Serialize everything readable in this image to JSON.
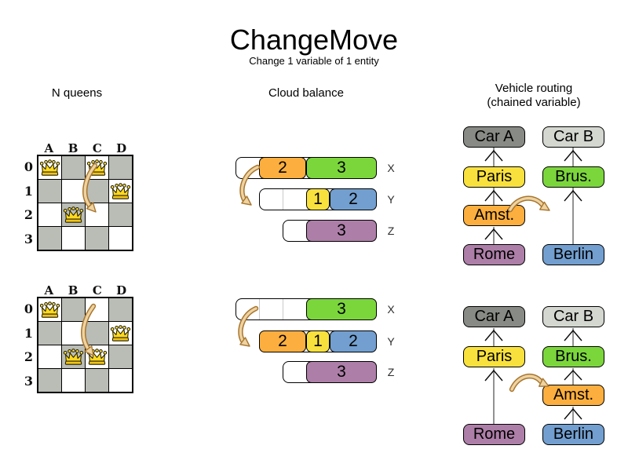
{
  "title": "ChangeMove",
  "subtitle": "Change 1 variable of 1 entity",
  "sections": {
    "nqueens": {
      "header": "N queens"
    },
    "cloud": {
      "header": "Cloud balance"
    },
    "vehicle": {
      "header_line1": "Vehicle routing",
      "header_line2": "(chained variable)"
    }
  },
  "nqueens": {
    "column_labels": [
      "A",
      "B",
      "C",
      "D"
    ],
    "row_labels": [
      "0",
      "1",
      "2",
      "3"
    ],
    "before": {
      "queens": [
        "A0",
        "C0",
        "D1",
        "B2"
      ]
    },
    "after": {
      "queens": [
        "A0",
        "D1",
        "B2",
        "C2"
      ]
    },
    "move": {
      "entity": "queen C0",
      "from": "row 0",
      "to": "row 2"
    }
  },
  "cloud": {
    "row_labels": [
      "X",
      "Y",
      "Z"
    ],
    "before": {
      "rows": [
        {
          "computer": "X",
          "processes": [
            {
              "value": "2",
              "color": "orange"
            },
            {
              "value": "3",
              "color": "green"
            }
          ]
        },
        {
          "computer": "Y",
          "processes": [
            {
              "value": "1",
              "color": "yellow"
            },
            {
              "value": "2",
              "color": "blue"
            }
          ]
        },
        {
          "computer": "Z",
          "processes": [
            {
              "value": "3",
              "color": "purple"
            }
          ]
        }
      ]
    },
    "after": {
      "rows": [
        {
          "computer": "X",
          "processes": [
            {
              "value": "3",
              "color": "green"
            }
          ]
        },
        {
          "computer": "Y",
          "processes": [
            {
              "value": "2",
              "color": "orange"
            },
            {
              "value": "1",
              "color": "yellow"
            },
            {
              "value": "2",
              "color": "blue"
            }
          ]
        },
        {
          "computer": "Z",
          "processes": [
            {
              "value": "3",
              "color": "purple"
            }
          ]
        }
      ]
    },
    "move": {
      "entity": "process 2 (orange)",
      "from": "X",
      "to": "Y"
    }
  },
  "vehicle": {
    "labels": {
      "carA": "Car A",
      "carB": "Car B",
      "paris": "Paris",
      "brus": "Brus.",
      "amst": "Amst.",
      "rome": "Rome",
      "berlin": "Berlin"
    },
    "before_chains": [
      [
        "Rome",
        "Amst.",
        "Paris",
        "Car A"
      ],
      [
        "Berlin",
        "Brus.",
        "Car B"
      ]
    ],
    "after_chains": [
      [
        "Rome",
        "Paris",
        "Car A"
      ],
      [
        "Berlin",
        "Amst.",
        "Brus.",
        "Car B"
      ]
    ],
    "move": {
      "entity": "Amst.",
      "from": "after Rome",
      "to": "after Berlin"
    }
  },
  "palette": {
    "orange": "#fcaf3e",
    "green": "#7bd63c",
    "yellow": "#f9e13d",
    "blue": "#729fcf",
    "purple": "#ad7fa8",
    "car_a_gray": "#888a85",
    "car_b_gray": "#d3d7cf",
    "board_dark_cell": "#babdb6",
    "move_arrow": "#a8762f",
    "queen_gold": "#ffd91e"
  }
}
